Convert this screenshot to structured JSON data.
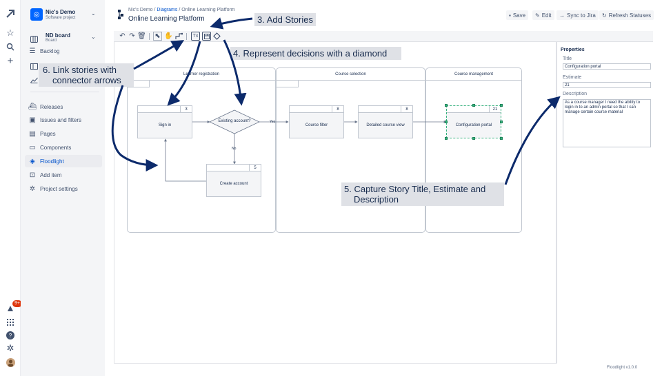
{
  "app": {
    "project_name": "Nic's Demo",
    "project_type": "Software project",
    "version": "Floodlight v1.0.0"
  },
  "rail": {
    "notification_count": "9+"
  },
  "sidebar": {
    "board": {
      "label": "ND board",
      "sublabel": "Board"
    },
    "items": [
      {
        "label": "Backlog",
        "icon": "backlog-icon"
      },
      {
        "label": "Releases",
        "icon": "ship-icon"
      },
      {
        "label": "Issues and filters",
        "icon": "issues-icon"
      },
      {
        "label": "Pages",
        "icon": "page-icon"
      },
      {
        "label": "Components",
        "icon": "component-icon"
      },
      {
        "label": "Floodlight",
        "icon": "floodlight-icon",
        "active": true
      },
      {
        "label": "Add item",
        "icon": "add-item-icon"
      },
      {
        "label": "Project settings",
        "icon": "gear-icon"
      }
    ]
  },
  "header": {
    "breadcrumb": [
      "Nic's Demo",
      "Diagrams",
      "Online Learning Platform"
    ],
    "title": "Online Learning Platform",
    "buttons": {
      "save": "Save",
      "edit": "Edit",
      "sync": "Sync to Jira",
      "refresh": "Refresh Statuses"
    }
  },
  "toolbar": {
    "text_tool": "Tx"
  },
  "diagram": {
    "lanes": [
      "Learner registration",
      "Course selection",
      "Course management"
    ],
    "stories": [
      {
        "title": "Sign in",
        "estimate": "3"
      },
      {
        "title": "Create account",
        "estimate": "5"
      },
      {
        "title": "Course filter",
        "estimate": "8"
      },
      {
        "title": "Detailed course view",
        "estimate": "8"
      },
      {
        "title": "Configuration portal",
        "estimate": "21"
      }
    ],
    "decision": {
      "label": "Existing account?",
      "yes": "Yes",
      "no": "No"
    }
  },
  "properties": {
    "heading": "Properties",
    "title_label": "Title",
    "title_value": "Configuration portal",
    "estimate_label": "Estimate",
    "estimate_value": "21",
    "description_label": "Description",
    "description_value": "As a course manager I need the ability to login in to an admin portal so that I can manage certain course material"
  },
  "callouts": {
    "add_stories": "3. Add Stories",
    "decisions": "4. Represent decisions with a diamond",
    "link_line1": "6. Link stories with",
    "link_line2": "connector arrows",
    "capture_line1": "5. Capture Story Title, Estimate and",
    "capture_line2": "Description"
  },
  "colors": {
    "accent": "#0052cc",
    "arrow": "#0c2a6b",
    "selection": "#36b37e",
    "sidebar_bg": "#f4f5f7"
  }
}
